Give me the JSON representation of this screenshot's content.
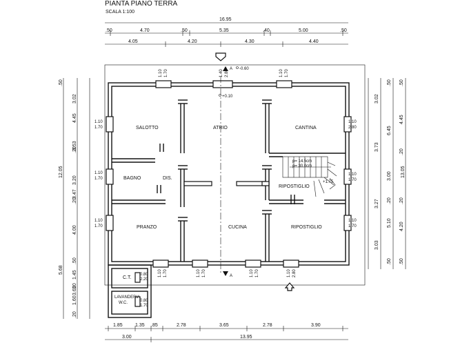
{
  "header": {
    "title": "PIANTA PIANO TERRA",
    "scale": "SCALA 1:100"
  },
  "rooms": {
    "salotto": "SALOTTO",
    "atrio": "ATRIO",
    "cantina": "CANTINA",
    "bagno": "BAGNO",
    "dis": "DIS.",
    "ripostiglio_small": "RIPOSTIGLIO",
    "pranzo": "PRANZO",
    "cucina": "CUCINA",
    "ripostiglio": "RIPOSTIGLIO",
    "ct": "C.T.",
    "lavanderia": "LAVANDERIA",
    "wc": "W.C."
  },
  "top_dims": {
    "total": "16.95",
    "row1": [
      ".50",
      "4.70",
      ".50",
      "5.35",
      ".40",
      "5.00",
      ".50"
    ],
    "row2": [
      "4.05",
      "4.20",
      "4.30",
      "4.40"
    ]
  },
  "bottom_dims": {
    "row1": [
      "1.85",
      "1.35",
      ".85",
      "2.78",
      "3.65",
      "2.78",
      "3.90"
    ],
    "row2": [
      "3.00",
      "13.95"
    ]
  },
  "left_dims": {
    "outer": [
      "12.05",
      "5.68"
    ],
    "middle": [
      "3.02",
      "3.53",
      "3.47",
      "3.65"
    ],
    "inner": [
      ".50",
      "4.45",
      ".20",
      "3.20",
      ".20",
      "4.00",
      ".50",
      "1.45",
      ".20",
      "1.60",
      ".20"
    ]
  },
  "right_dims": {
    "outer": "13.05",
    "middle": [
      "3.02",
      "3.73",
      "3.27",
      "3.03"
    ],
    "inner": [
      ".50",
      "6.45",
      "3.00",
      ".20",
      "5.10",
      ".50"
    ],
    "inner2": [
      ".50",
      "4.45",
      ".20",
      "4.20",
      ".20",
      ".50"
    ]
  },
  "windows": {
    "top1": [
      "1.10",
      "1.70"
    ],
    "top2": [
      "1.40",
      "2.80"
    ],
    "top3": [
      "1.10",
      "1.70"
    ],
    "left1": [
      "1.10",
      "1.70"
    ],
    "left2": [
      "1.10",
      "1.70"
    ],
    "left3": [
      "1.10",
      "1.70"
    ],
    "right1": [
      "1.10",
      "2.80"
    ],
    "right2": [
      "1.10",
      "1.70"
    ],
    "right3": [
      "1.10",
      "1.70"
    ],
    "bottom1": [
      "1.10",
      "1.70"
    ],
    "bottom2": [
      "1.10",
      "1.70"
    ],
    "bottom3": [
      "1.10",
      "1.70"
    ],
    "bottom4": [
      "1.10",
      "2.80"
    ],
    "ct": [
      "0.80",
      "2.20"
    ],
    "wc": [
      "0.80",
      "1.70"
    ]
  },
  "levels": {
    "ext": "-0.60",
    "int": "+0.10",
    "step": "+1.75"
  },
  "stairs": {
    "line1": "p= 14.5cm",
    "line2": "p= 30.0cm"
  },
  "section": "A"
}
